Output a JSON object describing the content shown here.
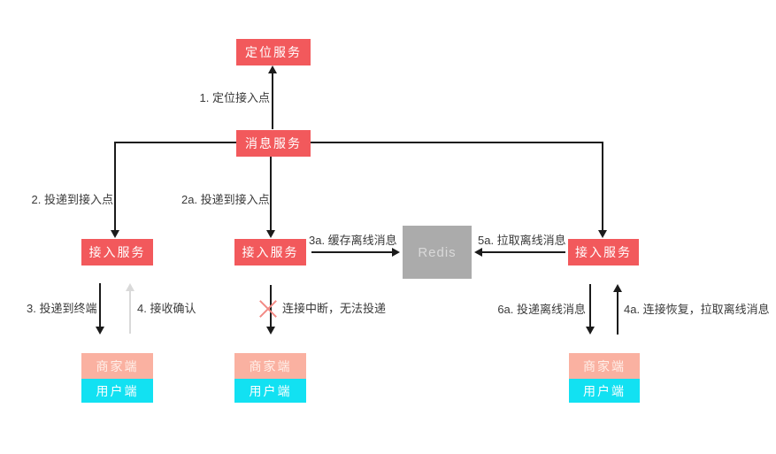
{
  "nodes": {
    "positioning": "定位服务",
    "message": "消息服务",
    "access_left": "接入服务",
    "access_mid": "接入服务",
    "access_right": "接入服务",
    "redis": "Redis",
    "merchant_left": "商家端",
    "user_left": "用户端",
    "merchant_mid": "商家端",
    "user_mid": "用户端",
    "merchant_right": "商家端",
    "user_right": "用户端"
  },
  "edges": {
    "e1": "1. 定位接入点",
    "e2": "2. 投递到接入点",
    "e2a": "2a. 投递到接入点",
    "e3a": "3a. 缓存离线消息",
    "e5a": "5a. 拉取离线消息",
    "e3": "3. 投递到终端",
    "e4": "4. 接收确认",
    "disconnect": "连接中断，无法投递",
    "e6a": "6a. 投递离线消息",
    "e4a": "4a. 连接恢复，拉取离线消息"
  },
  "colors": {
    "service_box": "#f2595c",
    "merchant_box": "#fab1a1",
    "user_box": "#12e1f2",
    "redis_box": "#ababab",
    "arrow": "#1b1b1b",
    "faded_arrow": "#d9d9d9",
    "cross": "#f28a85",
    "label_text": "#3a3a3a"
  }
}
